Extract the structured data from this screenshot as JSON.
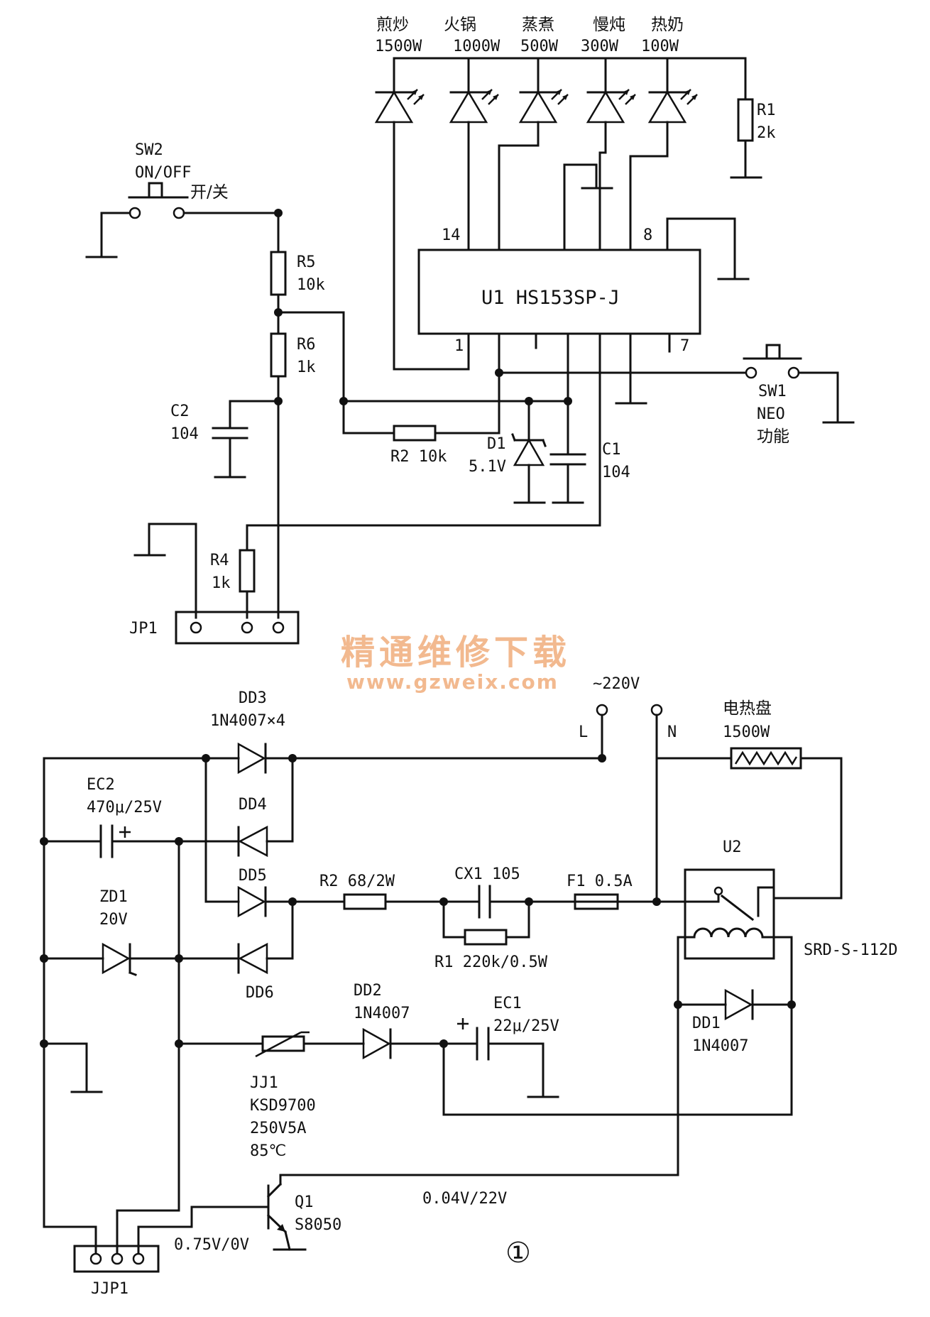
{
  "top": {
    "leds": [
      {
        "name": "煎炒",
        "power": "1500W"
      },
      {
        "name": "火锅",
        "power": "1000W"
      },
      {
        "name": "蒸煮",
        "power": "500W"
      },
      {
        "name": "慢炖",
        "power": "300W"
      },
      {
        "name": "热奶",
        "power": "100W"
      }
    ],
    "r1": {
      "ref": "R1",
      "val": "2k"
    },
    "sw2": {
      "ref": "SW2",
      "label": "ON/OFF",
      "cn": "开/关"
    },
    "u1": {
      "label": "U1  HS153SP-J",
      "pin14": "14",
      "pin8": "8",
      "pin1": "1",
      "pin7": "7"
    },
    "r5": {
      "ref": "R5",
      "val": "10k"
    },
    "r6": {
      "ref": "R6",
      "val": "1k"
    },
    "c2": {
      "ref": "C2",
      "val": "104"
    },
    "r2": {
      "label": "R2  10k"
    },
    "d1": {
      "ref": "D1",
      "val": "5.1V"
    },
    "c1": {
      "ref": "C1",
      "val": "104"
    },
    "sw1": {
      "ref": "SW1",
      "label": "NEO",
      "cn": "功能"
    },
    "r4": {
      "ref": "R4",
      "val": "1k"
    },
    "jp1": "JP1"
  },
  "watermark": {
    "cn": "精通维修下载",
    "url": "www.gzweix.com"
  },
  "bottom": {
    "mains": "~220V",
    "l": "L",
    "n": "N",
    "heater": {
      "name": "电热盘",
      "power": "1500W"
    },
    "dd3": {
      "ref": "DD3",
      "val": "1N4007×4"
    },
    "dd4": "DD4",
    "dd5": "DD5",
    "dd6": "DD6",
    "ec2": {
      "ref": "EC2",
      "val": "470μ/25V"
    },
    "zd1": {
      "ref": "ZD1",
      "val": "20V"
    },
    "r2": {
      "label": "R2  68/2W"
    },
    "cx1": {
      "label": "CX1  105"
    },
    "r1": {
      "label": "R1  220k/0.5W"
    },
    "f1": {
      "label": "F1  0.5A"
    },
    "u2": {
      "ref": "U2",
      "model": "SRD-S-112D"
    },
    "dd1": {
      "ref": "DD1",
      "val": "1N4007"
    },
    "dd2": {
      "ref": "DD2",
      "val": "1N4007"
    },
    "ec1": {
      "ref": "EC1",
      "val": "22μ/25V"
    },
    "jj1": {
      "ref": "JJ1",
      "model": "KSD9700",
      "rating": "250V5A",
      "temp": "85℃"
    },
    "q1": {
      "ref": "Q1",
      "model": "S8050"
    },
    "v1": "0.04V/22V",
    "v2": "0.75V/0V",
    "jjp1": "JJP1",
    "fig": "①"
  }
}
